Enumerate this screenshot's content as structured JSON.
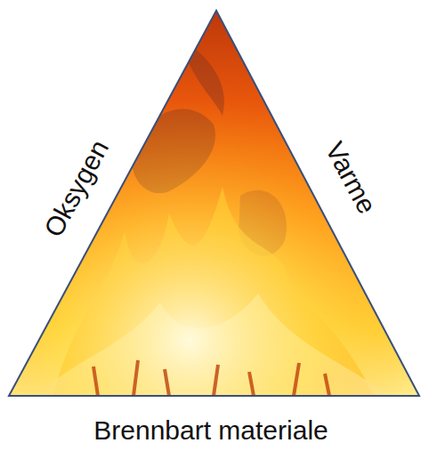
{
  "diagram": {
    "labels": [
      "Oksygen",
      "Varme",
      "Brennbart materiale"
    ]
  }
}
